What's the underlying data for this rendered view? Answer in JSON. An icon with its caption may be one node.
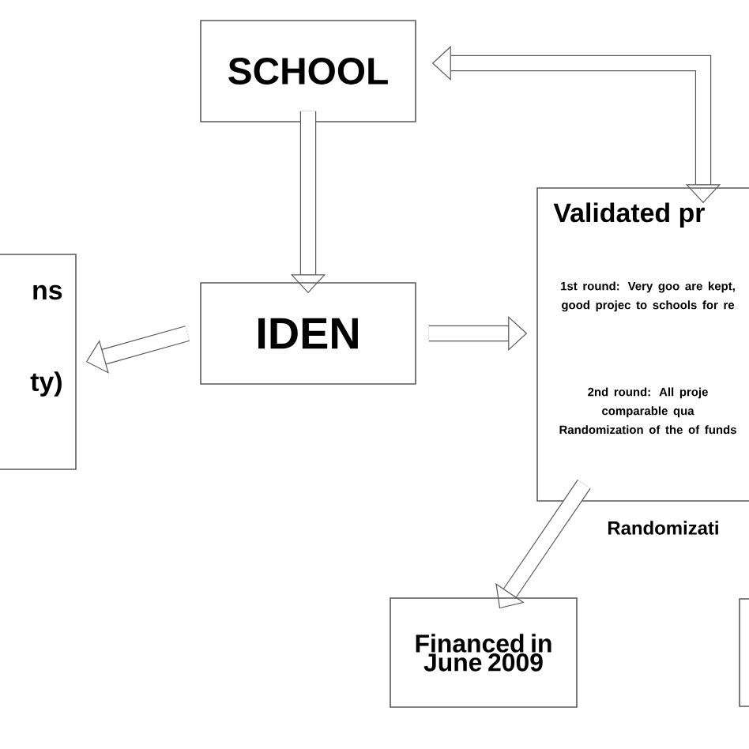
{
  "diagram": {
    "nodes": [
      {
        "text": [
          "SCHOOL"
        ]
      },
      {
        "text": [
          "IDEN"
        ]
      },
      {
        "text": [
          "ns",
          "ty)"
        ]
      },
      {
        "text": [
          "Validated pr",
          "1st round: Very goo are kept, good projec to schools for re",
          "2nd round: All proje comparable qua Randomization of the of funds"
        ]
      },
      {
        "text": [
          "Financed in June 2009"
        ]
      },
      {
        "text": [],
        "shape": "box"
      }
    ],
    "edges": [
      {
        "from": 0,
        "to": 1,
        "arrow": "to"
      },
      {
        "from": 1,
        "to": 2,
        "arrow": "to"
      },
      {
        "from": 1,
        "to": 3,
        "arrow": "to"
      },
      {
        "from": 3,
        "to": 0,
        "arrow": "both"
      },
      {
        "from": 3,
        "to": 4,
        "arrow": "to",
        "label": "Randomizati"
      }
    ]
  }
}
